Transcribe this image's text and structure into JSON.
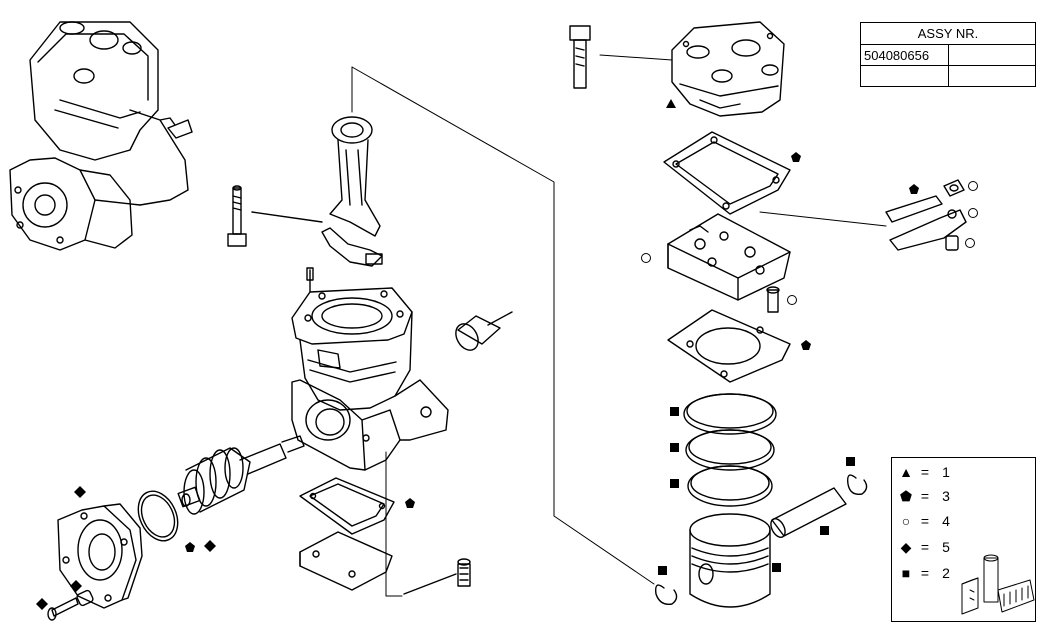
{
  "assy": {
    "title": "ASSY NR.",
    "number": "504080656",
    "cells": [
      "",
      "",
      ""
    ]
  },
  "legend": [
    {
      "symbol": "▲",
      "shape": "triangle",
      "eq": "=",
      "value": "1"
    },
    {
      "symbol": "⬟",
      "shape": "pentagon",
      "eq": "=",
      "value": "3"
    },
    {
      "symbol": "○",
      "shape": "circle",
      "eq": "=",
      "value": "4"
    },
    {
      "symbol": "◆",
      "shape": "diamond",
      "eq": "=",
      "value": "5"
    },
    {
      "symbol": "■",
      "shape": "square",
      "eq": "=",
      "value": "2"
    }
  ],
  "colors": {
    "line": "#000000",
    "background": "#ffffff"
  }
}
